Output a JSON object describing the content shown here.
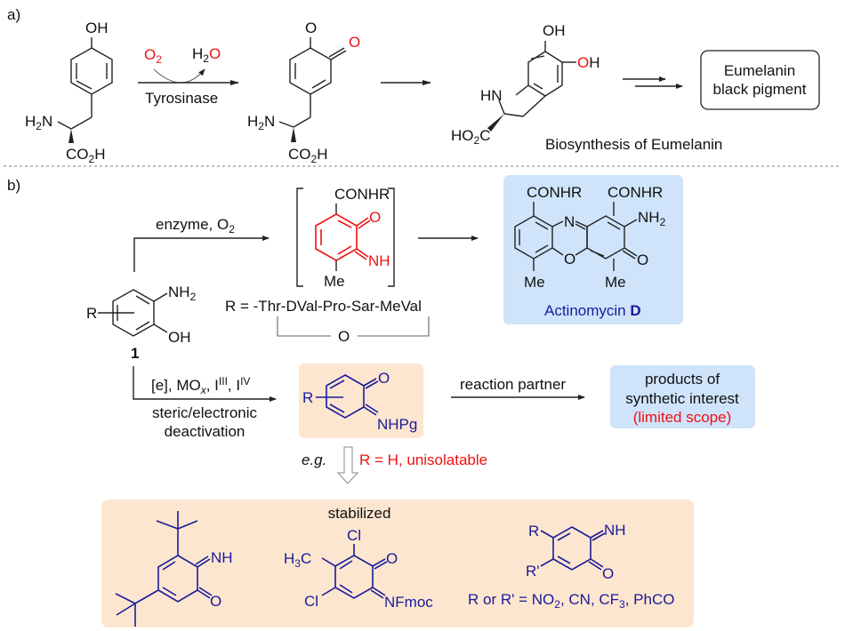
{
  "panel_a": {
    "label": "a)",
    "tyrosine": {
      "oh": "OH",
      "h2n": "H",
      "h2n_sub": "2",
      "h2n_n": "N",
      "co2h_c": "CO",
      "co2h_sub": "2",
      "co2h_h": "H"
    },
    "step1": {
      "reagent_in": "O",
      "reagent_in_sub": "2",
      "reagent_out_h": "H",
      "reagent_out_sub": "2",
      "reagent_out_o": "O",
      "enzyme": "Tyrosinase"
    },
    "dopaquinone": {
      "o1": "O",
      "o2": "O",
      "h2n": "H",
      "h2n_sub": "2",
      "h2n_n": "N",
      "co2h_c": "CO",
      "co2h_sub": "2",
      "co2h_h": "H"
    },
    "dihydroxyindoline": {
      "oh1": "OH",
      "oh2_o": "O",
      "oh2_h": "H",
      "hn": "HN",
      "ho2c_ho": "HO",
      "ho2c_sub": "2",
      "ho2c_c": "C"
    },
    "eumelanin_box": {
      "line1": "Eumelanin",
      "line2": "black pigment"
    },
    "caption": "Biosynthesis of Eumelanin"
  },
  "panel_b": {
    "label": "b)",
    "compound1": {
      "r": "R",
      "nh2": "NH",
      "nh2_sub": "2",
      "oh": "OH",
      "number": "1"
    },
    "enzyme_step": {
      "label": "enzyme, O",
      "label_sub": "2"
    },
    "intermediate": {
      "conhr": "CONHR",
      "o": "O",
      "nh": "NH",
      "me": "Me"
    },
    "r_definition": {
      "text": "R = -Thr-DVal-Pro-Sar-MeVal",
      "linker": "O"
    },
    "actinomycin": {
      "conhr1": "CONHR",
      "conhr2": "CONHR",
      "n": "N",
      "nh2": "NH",
      "nh2_sub": "2",
      "o_ring": "O",
      "o_keto": "O",
      "me1": "Me",
      "me2": "Me",
      "name": "Actinomycin ",
      "name_bold": "D"
    },
    "synthetic_step": {
      "reagents": "[e], MO",
      "reagents_x": "x",
      "reagents_i3": ", I",
      "reagents_i3_sup": "III",
      "reagents_i4": ", I",
      "reagents_i4_sup": "IV",
      "condition_line1": "steric/electronic",
      "condition_line2": "deactivation"
    },
    "quinone_imine": {
      "r": "R",
      "o": "O",
      "nhpg": "NHPg"
    },
    "partner_step": {
      "label": "reaction partner"
    },
    "products_box": {
      "line1": "products of",
      "line2": "synthetic interest",
      "line3": "(limited scope)"
    },
    "eg_arrow": {
      "eg": "e.g.",
      "note": "R = H, unisolatable"
    },
    "stabilized": {
      "title": "stabilized",
      "ex1": {
        "nh": "NH",
        "o": "O"
      },
      "ex2": {
        "cl1": "Cl",
        "cl2": "Cl",
        "h3c_h": "H",
        "h3c_sub": "3",
        "h3c_c": "C",
        "o": "O",
        "nfmoc": "NFmoc"
      },
      "ex3": {
        "r": "R",
        "rp": "R'",
        "nh": "NH",
        "o": "O",
        "footnote_a": "R or R' = NO",
        "footnote_a_sub": "2",
        "footnote_b": ", CN, CF",
        "footnote_b_sub": "3",
        "footnote_c": ", PhCO"
      }
    }
  },
  "colors": {
    "red": "#ee1111",
    "blue": "#1a1a9c",
    "blue_box": "#cfe4fb",
    "orange_box": "#fde6cf",
    "divider": "#999999"
  }
}
